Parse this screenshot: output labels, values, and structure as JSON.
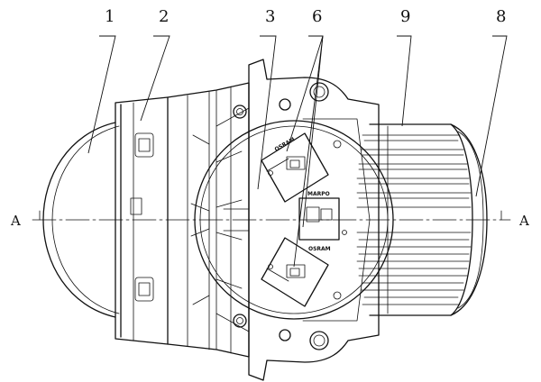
{
  "labels": {
    "n1": "1",
    "n2": "2",
    "n3": "3",
    "n6": "6",
    "n9": "9",
    "n8": "8",
    "axis_left": "A",
    "axis_right": "A"
  },
  "markings": {
    "led_top": "OSRAM",
    "led_mid": "MARPO",
    "led_bottom": "OSRAM"
  }
}
